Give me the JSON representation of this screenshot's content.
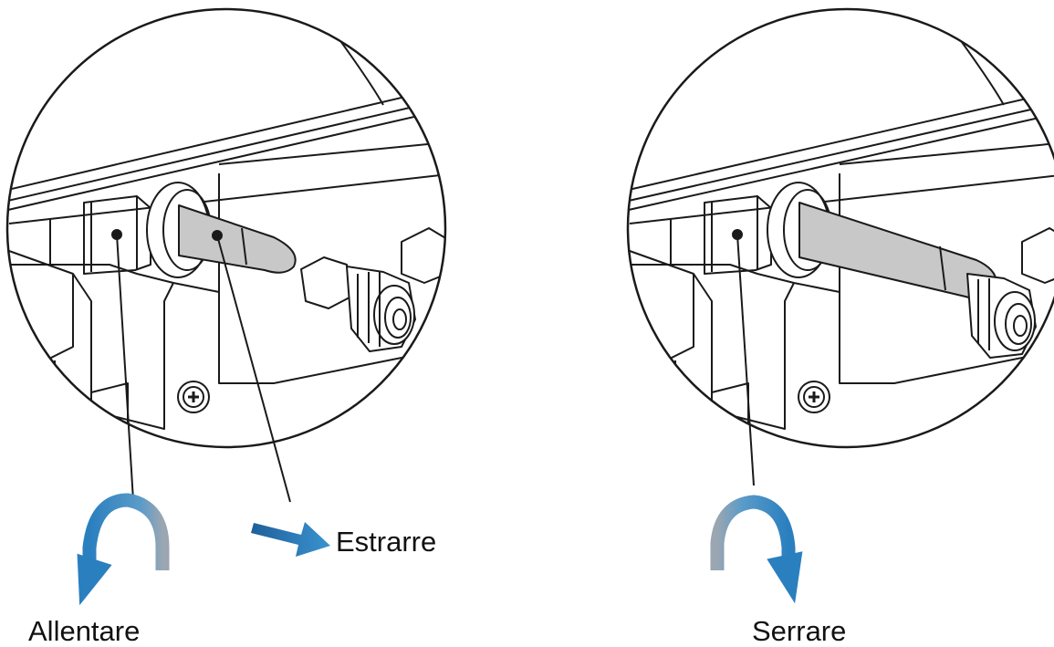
{
  "panels": [
    {
      "id": "left",
      "actions": [
        {
          "label": "Estrarre",
          "icon": "straight-arrow-icon"
        },
        {
          "label": "Allentare",
          "icon": "counterclockwise-arrow-icon"
        }
      ]
    },
    {
      "id": "right",
      "actions": [
        {
          "label": "Serrare",
          "icon": "clockwise-arrow-icon"
        }
      ]
    }
  ],
  "colors": {
    "line": "#1a1a1a",
    "arrow_blue": "#2a7fbf",
    "arrow_blue_dark": "#1f5f9a",
    "arrow_gray": "#9aa6b2",
    "antenna_fill": "#c8c8c8",
    "background": "#ffffff"
  }
}
